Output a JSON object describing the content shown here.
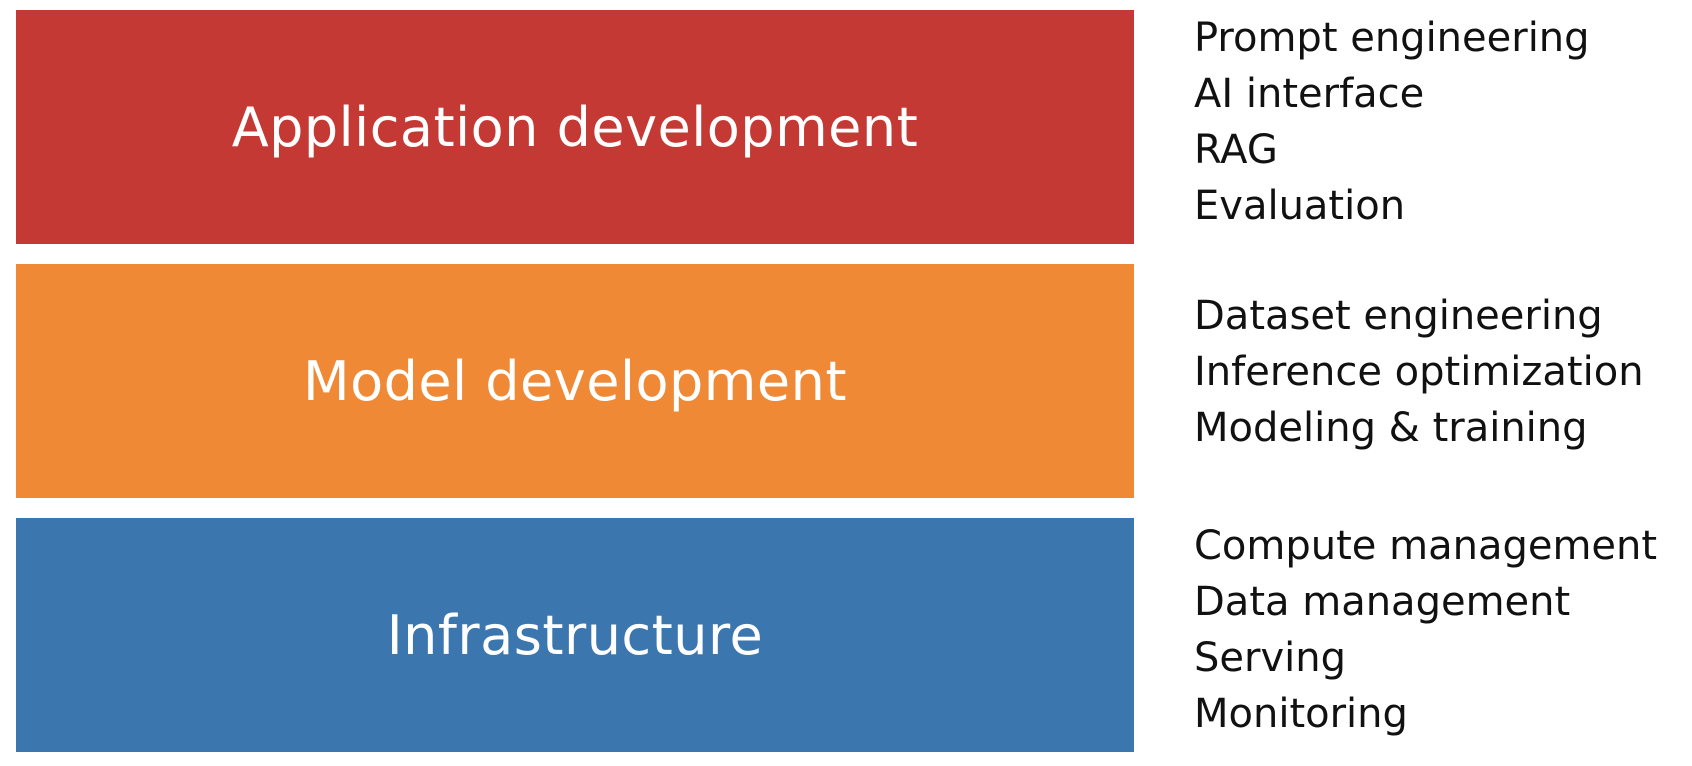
{
  "layers": [
    {
      "title": "Application development",
      "color": "#c53935",
      "items": [
        "Prompt engineering",
        "AI interface",
        "RAG",
        "Evaluation"
      ]
    },
    {
      "title": "Model development",
      "color": "#ef8936",
      "items": [
        "Dataset engineering",
        "Inference optimization",
        "Modeling & training"
      ]
    },
    {
      "title": "Infrastructure",
      "color": "#3c76ae",
      "items": [
        "Compute management",
        "Data management",
        "Serving",
        "Monitoring"
      ]
    }
  ]
}
